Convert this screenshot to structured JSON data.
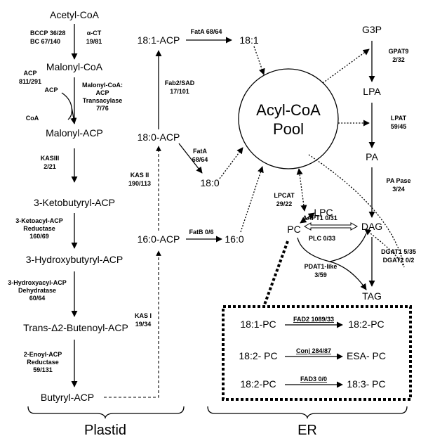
{
  "metabolites": {
    "acetyl_coa": "Acetyl-CoA",
    "malonyl_coa": "Malonyl-CoA",
    "malonyl_acp": "Malonyl-ACP",
    "ketobutyryl_acp": "3-Ketobutyryl-ACP",
    "hydroxybutyryl_acp": "3-Hydroxybutyryl-ACP",
    "butenoyl_acp": "Trans-Δ2-Butenoyl-ACP",
    "butyryl_acp": "Butyryl-ACP",
    "acp_18_1": "18:1-ACP",
    "acp_18_0": "18:0-ACP",
    "acp_16_0": "16:0-ACP",
    "ffa_18_1": "18:1",
    "ffa_18_0": "18:0",
    "ffa_16_0": "16:0",
    "g3p": "G3P",
    "lpa": "LPA",
    "pa": "PA",
    "dag": "DAG",
    "tag": "TAG",
    "lpc": "LPC",
    "pc": "PC",
    "acp_side": "ACP",
    "coa_side": "CoA",
    "pc_18_1": "18:1-PC",
    "pc_18_2a": "18:2-PC",
    "pc_18_2b": "18:2- PC",
    "esa_pc": "ESA- PC",
    "pc_18_2c": "18:2-PC",
    "pc_18_3": "18:3- PC"
  },
  "pool": {
    "line1": "Acyl-CoA",
    "line2": "Pool"
  },
  "enzymes": {
    "bccp": "BCCP   36/28",
    "bc": "BC       67/140",
    "act_name": "α-CT",
    "act_val": "19/81",
    "acp_name": "ACP",
    "acp_val": "811/291",
    "mcat_1": "Malonyl-CoA:",
    "mcat_2": "ACP",
    "mcat_3": "Transacylase",
    "mcat_4": "7/76",
    "kasiii_name": "KASIII",
    "kasiii_val": "2/21",
    "kar_1": "3-Ketoacyl-ACP",
    "kar_2": "Reductase",
    "kar_3": "160/69",
    "had_1": "3-Hydroxyacyl-ACP",
    "had_2": "Dehydratase",
    "had_3": "60/64",
    "ear_1": "2-Enoyl-ACP",
    "ear_2": "Reductase",
    "ear_3": "59/131",
    "sad_name": "Fab2/SAD",
    "sad_val": "17/101",
    "kasii_name": "KAS II",
    "kasii_val": "190/113",
    "kasi_name": "KAS I",
    "kasi_val": "19/34",
    "fata_top": "FatA  68/64",
    "fata2_name": "FatA",
    "fata2_val": "68/64",
    "fatb": "FatB  0/6",
    "gpat_name": "GPAT9",
    "gpat_val": "2/32",
    "lpat_name": "LPAT",
    "lpat_val": "59/45",
    "papase_name": "PA Pase",
    "papase_val": "3/24",
    "lpcat_name": "LPCAT",
    "lpcat_val": "29/22",
    "aapt": "AAPT1  0/31",
    "plc": "PLC   0/33",
    "dgat1": "DGAT1 5/35",
    "dgat2": "DGAT2 0/2",
    "pdat_1": "PDAT1-like",
    "pdat_2": "3/59",
    "fad2": "FAD2  1089/33",
    "conj": "Conj  284/87",
    "fad3": "FAD3  0/0"
  },
  "regions": {
    "plastid": "Plastid",
    "er": "ER"
  }
}
